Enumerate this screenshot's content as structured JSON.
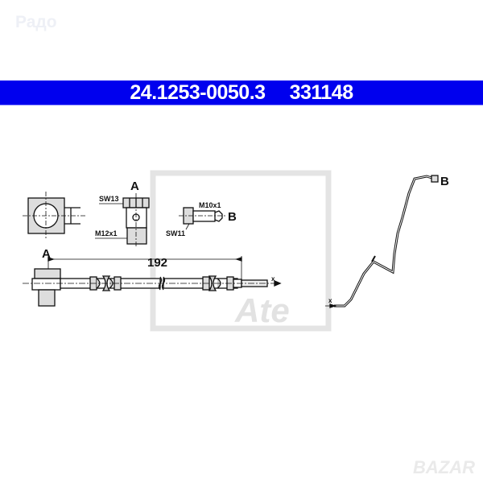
{
  "watermark_top": "Радо",
  "header": {
    "part_number": "24.1253-0050.3",
    "ref_number": "331148"
  },
  "drawing": {
    "fitting_a": {
      "label": "A",
      "wrench_size": "SW13",
      "thread": "M12x1"
    },
    "fitting_b": {
      "label": "B",
      "wrench_size": "SW11",
      "thread": "M10x1"
    },
    "hose": {
      "end_label": "A",
      "length": "192",
      "axis_label": "x"
    },
    "routing": {
      "end_label": "B",
      "axis_label": "x"
    },
    "logo": "Ate"
  },
  "watermark_bottom": "BAZAR"
}
